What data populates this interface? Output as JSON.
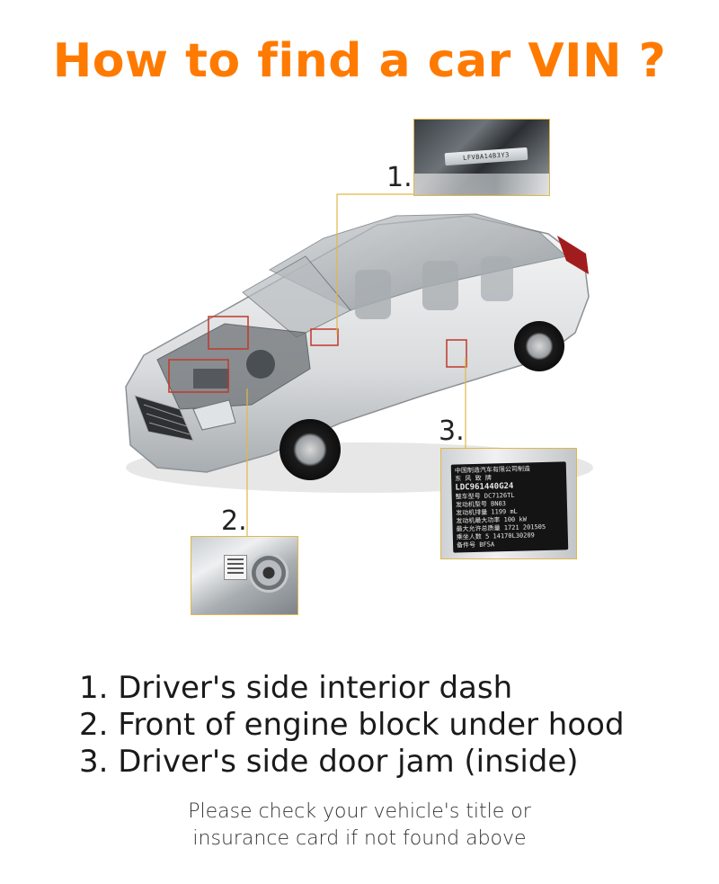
{
  "title": "How to find a car VIN ?",
  "callouts": [
    {
      "number": "1."
    },
    {
      "number": "2."
    },
    {
      "number": "3."
    }
  ],
  "photos": {
    "windshield_vin": "LFVBA14B3Y3",
    "door_label": {
      "lines": [
        "中国制造汽车有限公司制造",
        "东 风 致 牌",
        "LDC961440G24",
        "整车型号 DC7126TL",
        "发动机型号 BN03",
        "发动机排量 1199 mL",
        "发动机最大功率 100 kW",
        "最大允许总质量 1721 201505",
        "乘坐人数 5 14170L30209",
        "备件号 BFSA"
      ]
    }
  },
  "locations": [
    "1. Driver's side interior dash",
    "2. Front of engine block under hood",
    "3. Driver's side door jam (inside)"
  ],
  "note": {
    "line1": "Please check your vehicle's title or",
    "line2": "insurance card if not found above"
  },
  "colors": {
    "title": "#ff7a00",
    "leader_line": "#e0b74a",
    "highlight_box": "#c0392b",
    "car_body": "#e6e7e8",
    "car_shadow": "#9ea3a7"
  }
}
